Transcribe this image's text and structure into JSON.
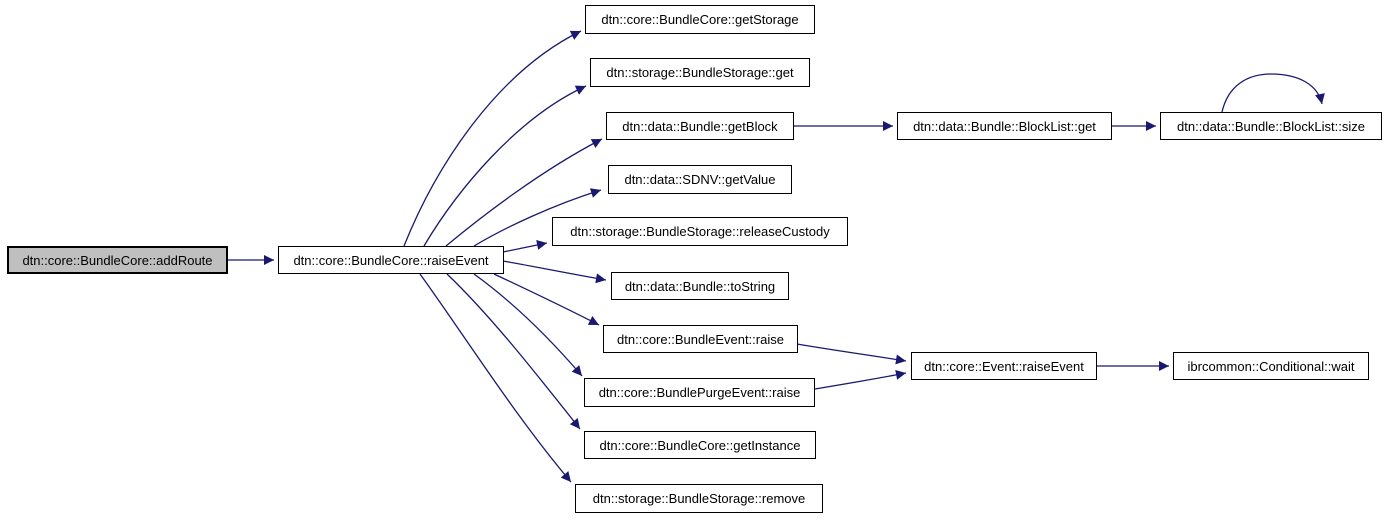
{
  "diagram": {
    "type": "doxygen-call-graph",
    "colors": {
      "edge": "#191970",
      "node_border": "#000000",
      "node_fill": "#ffffff",
      "highlight_fill": "#bfbfbf",
      "background": "#ffffff"
    },
    "nodes": {
      "add_route": {
        "label": "dtn::core::BundleCore::addRoute"
      },
      "raise_event": {
        "label": "dtn::core::BundleCore::raiseEvent"
      },
      "get_storage": {
        "label": "dtn::core::BundleCore::getStorage"
      },
      "storage_get": {
        "label": "dtn::storage::BundleStorage::get"
      },
      "get_block": {
        "label": "dtn::data::Bundle::getBlock"
      },
      "blocklist_get": {
        "label": "dtn::data::Bundle::BlockList::get"
      },
      "blocklist_size": {
        "label": "dtn::data::Bundle::BlockList::size"
      },
      "sdnv_get_value": {
        "label": "dtn::data::SDNV::getValue"
      },
      "release_custody": {
        "label": "dtn::storage::BundleStorage::releaseCustody"
      },
      "to_string": {
        "label": "dtn::data::Bundle::toString"
      },
      "bundle_event_raise": {
        "label": "dtn::core::BundleEvent::raise"
      },
      "purge_event_raise": {
        "label": "dtn::core::BundlePurgeEvent::raise"
      },
      "event_raise_event": {
        "label": "dtn::core::Event::raiseEvent"
      },
      "conditional_wait": {
        "label": "ibrcommon::Conditional::wait"
      },
      "get_instance": {
        "label": "dtn::core::BundleCore::getInstance"
      },
      "storage_remove": {
        "label": "dtn::storage::BundleStorage::remove"
      }
    },
    "edges": [
      {
        "from": "add_route",
        "to": "raise_event"
      },
      {
        "from": "raise_event",
        "to": "get_storage"
      },
      {
        "from": "raise_event",
        "to": "storage_get"
      },
      {
        "from": "raise_event",
        "to": "get_block"
      },
      {
        "from": "raise_event",
        "to": "sdnv_get_value"
      },
      {
        "from": "raise_event",
        "to": "release_custody"
      },
      {
        "from": "raise_event",
        "to": "to_string"
      },
      {
        "from": "raise_event",
        "to": "bundle_event_raise"
      },
      {
        "from": "raise_event",
        "to": "purge_event_raise"
      },
      {
        "from": "raise_event",
        "to": "get_instance"
      },
      {
        "from": "raise_event",
        "to": "storage_remove"
      },
      {
        "from": "get_block",
        "to": "blocklist_get"
      },
      {
        "from": "blocklist_get",
        "to": "blocklist_size"
      },
      {
        "from": "blocklist_size",
        "to": "blocklist_size"
      },
      {
        "from": "bundle_event_raise",
        "to": "event_raise_event"
      },
      {
        "from": "purge_event_raise",
        "to": "event_raise_event"
      },
      {
        "from": "event_raise_event",
        "to": "conditional_wait"
      }
    ]
  }
}
